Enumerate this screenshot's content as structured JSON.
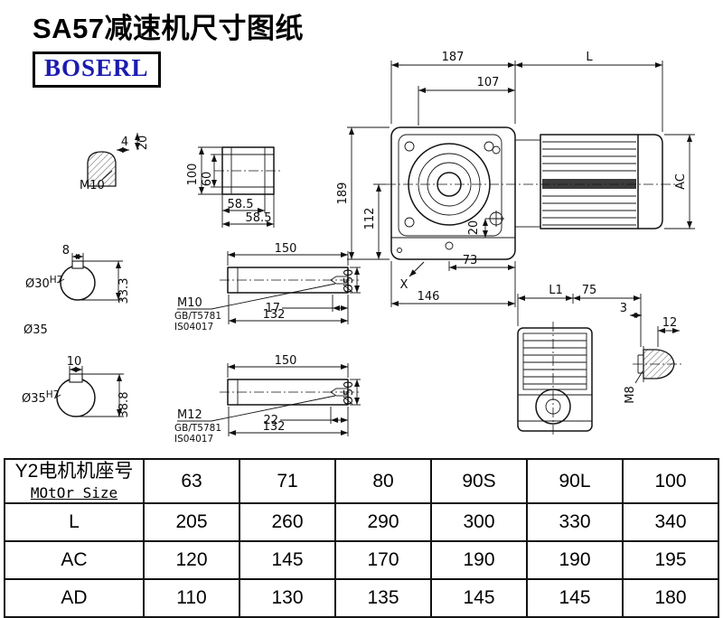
{
  "title": "SA57减速机尺寸图纸",
  "logo": "BOSERL",
  "drawing": {
    "labels": {
      "key_m10": "M10",
      "key_w": "4",
      "key_h": "20",
      "top_h": "100",
      "top_inner": "60",
      "top_w1": "58.5",
      "top_w2": "58.5",
      "bore1_key_w": "8",
      "bore1_d": "Ø30",
      "bore1_d_sup": "H7",
      "bore1_depth": "33.3",
      "shaft_od": "Ø35",
      "bore2_key_w": "10",
      "bore2_d": "Ø35",
      "bore2_d_sup": "H7",
      "bore2_depth": "38.8",
      "s1_len": "150",
      "s1_thread": "M10",
      "s1_std1": "GB/T5781",
      "s1_std2": "IS04017",
      "s1_tap": "17",
      "s1_l2": "132",
      "s1_d": "Ø50",
      "s2_len": "150",
      "s2_thread": "M12",
      "s2_std1": "GB/T5781",
      "s2_std2": "IS04017",
      "s2_tap": "22",
      "s2_l2": "132",
      "s2_d": "Ø50",
      "mv_187": "187",
      "mv_L": "L",
      "mv_107": "107",
      "mv_189": "189",
      "mv_112": "112",
      "mv_20": "20",
      "mv_73": "73",
      "mv_146": "146",
      "mv_X": "X",
      "mv_AC": "AC",
      "sv_L1": "L1",
      "sv_75": "75",
      "sv_3": "3",
      "sv_12": "12",
      "sv_M8": "M8"
    }
  },
  "table": {
    "header": {
      "label_line1": "Y2电机机座号",
      "label_line2": "MOtOr Size",
      "sizes": [
        "63",
        "71",
        "80",
        "90S",
        "90L",
        "100"
      ]
    },
    "rows": [
      {
        "label": "L",
        "values": [
          "205",
          "260",
          "290",
          "300",
          "330",
          "340"
        ]
      },
      {
        "label": "AC",
        "values": [
          "120",
          "145",
          "170",
          "190",
          "190",
          "195"
        ]
      },
      {
        "label": "AD",
        "values": [
          "110",
          "130",
          "135",
          "145",
          "145",
          "180"
        ]
      }
    ]
  }
}
